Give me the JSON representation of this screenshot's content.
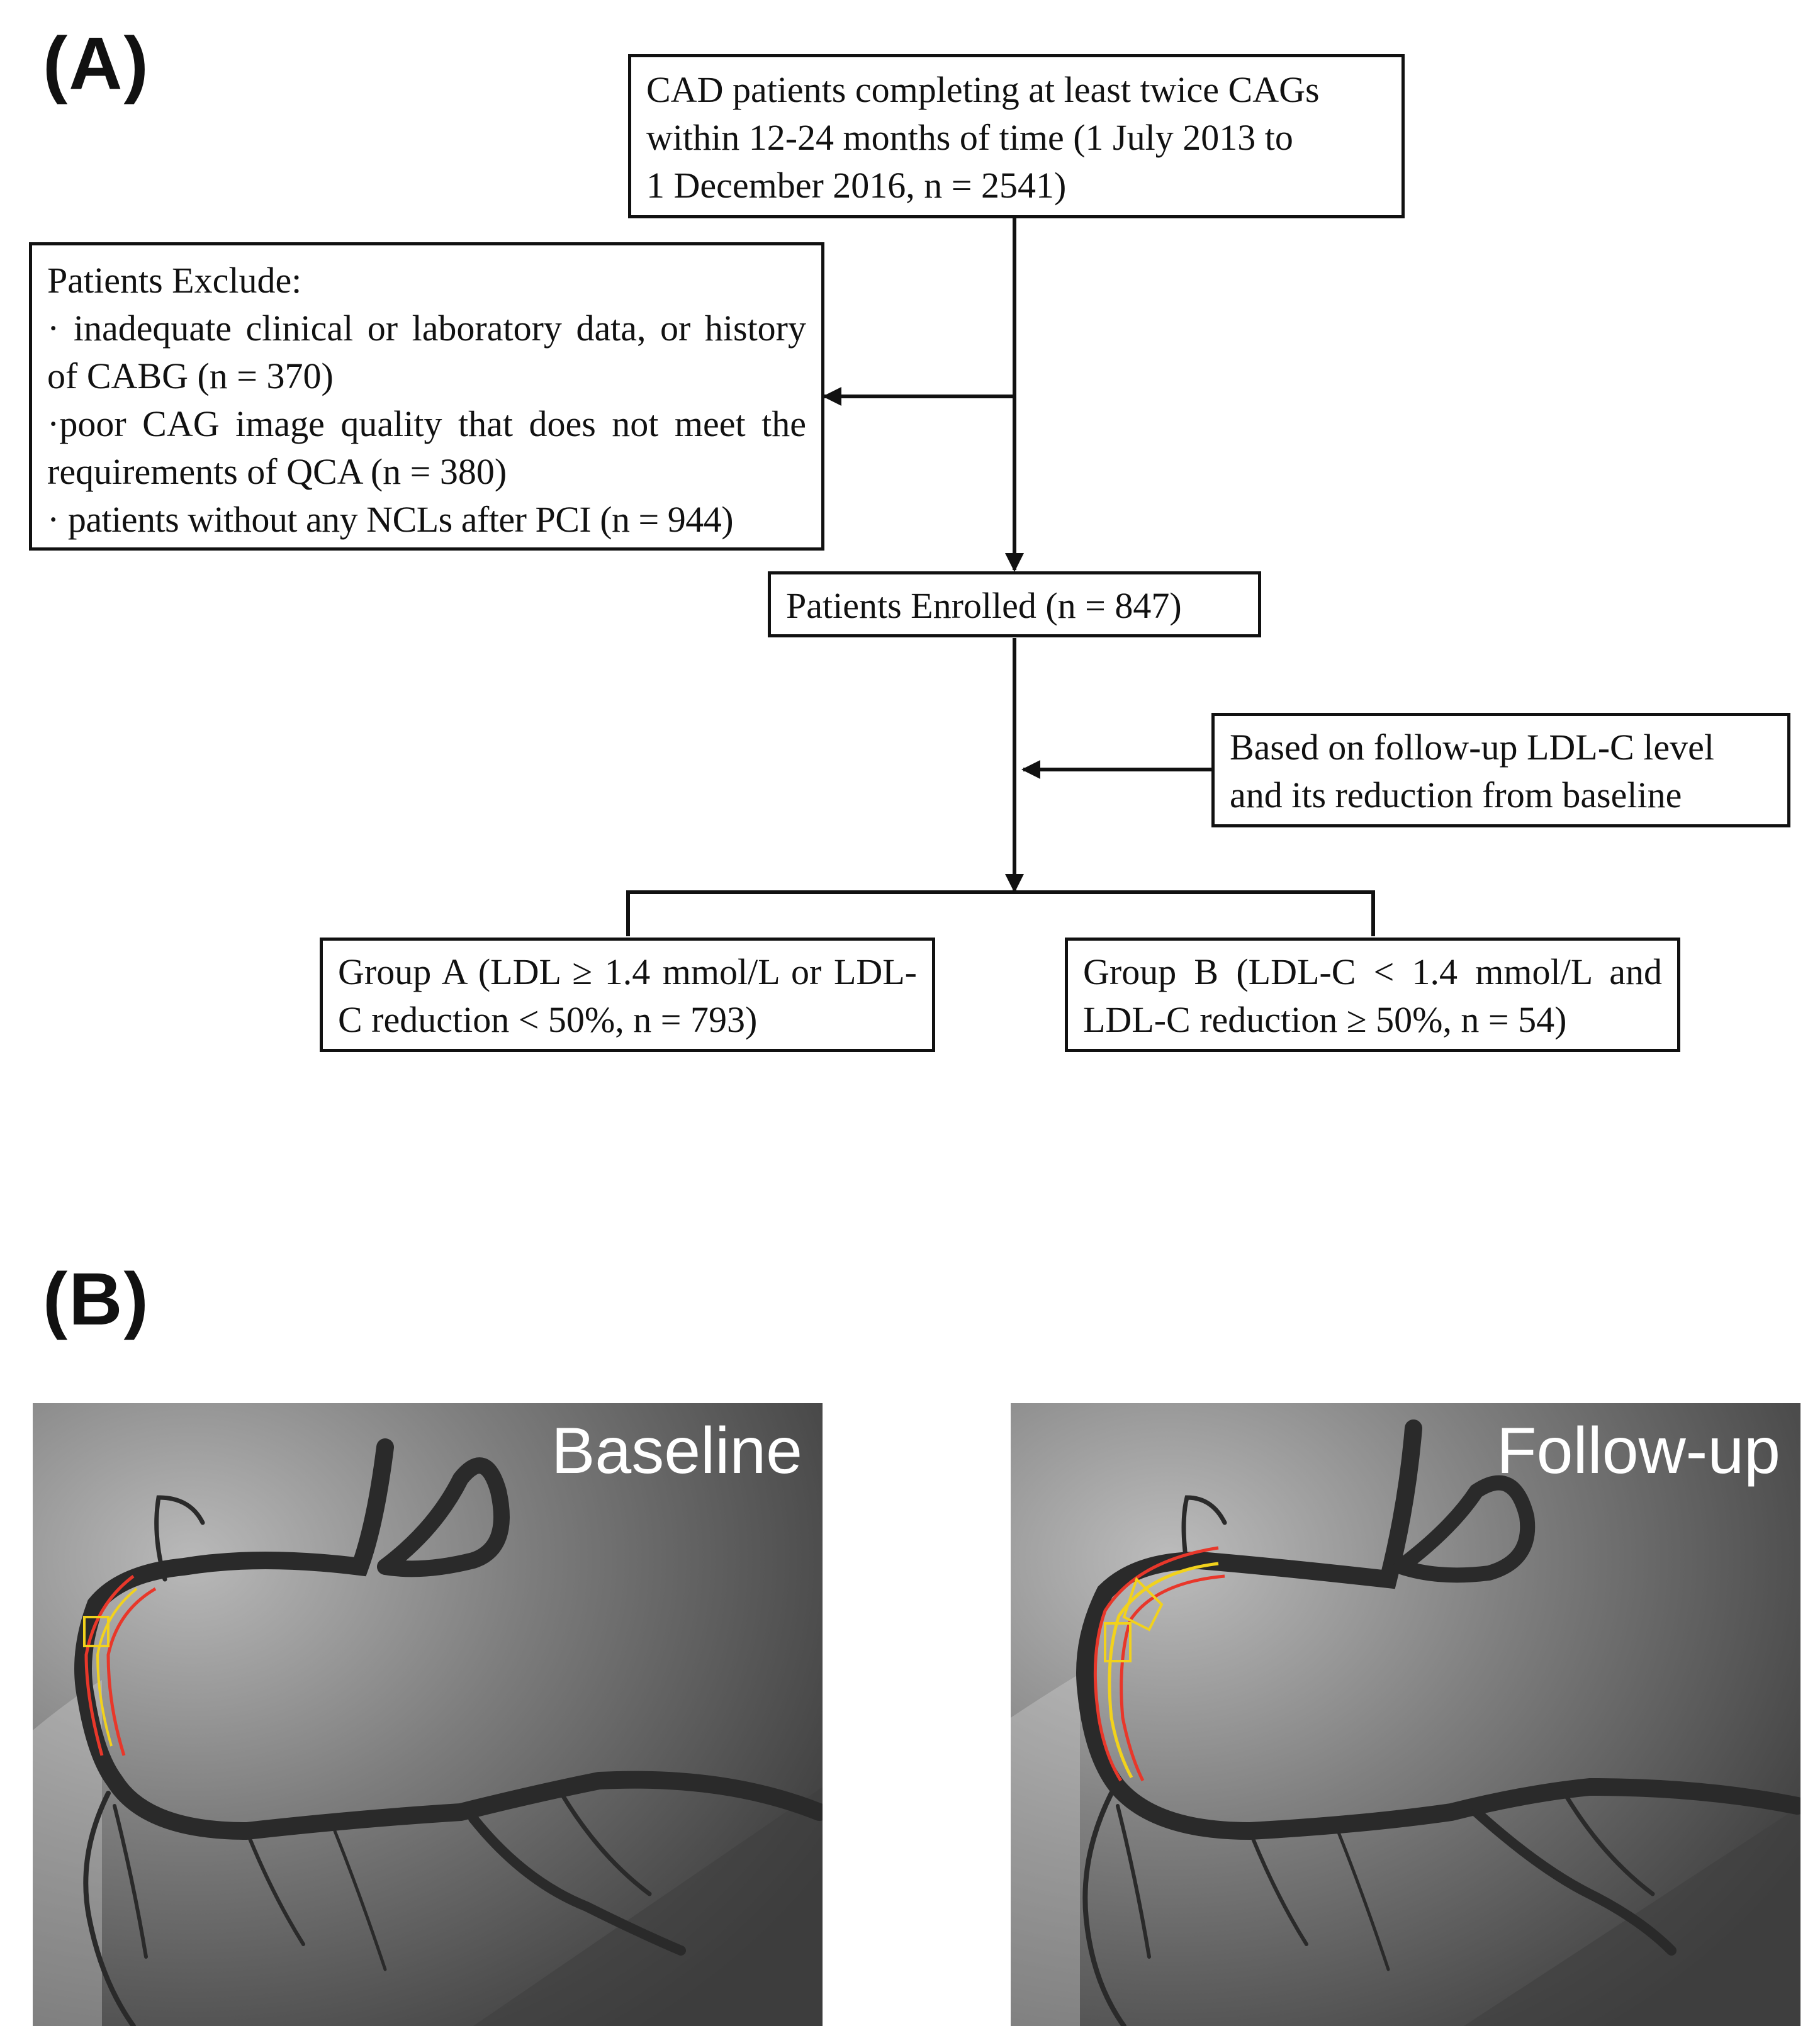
{
  "panels": {
    "a_label": "(A)",
    "b_label": "(B)"
  },
  "flowchart": {
    "screening": [
      "CAD patients completing at least twice CAGs",
      "within 12-24 months of time  (1 July 2013 to",
      "1 December 2016, n = 2541)"
    ],
    "exclusion": {
      "heading": "Patients Exclude:",
      "criteria": [
        "· inadequate clinical or laboratory data, or history of CABG (n = 370)",
        "·poor CAG image quality that does not meet the requirements of QCA (n = 380)",
        "· patients without any NCLs after PCI (n = 944)"
      ]
    },
    "enrolled": "Patients Enrolled (n = 847)",
    "allocation_basis": [
      "Based on follow-up LDL-C level",
      "and its reduction from baseline"
    ],
    "group_a": "Group A (LDL ≥ 1.4 mmol/L or LDL-C reduction < 50%,  n = 793)",
    "group_b": "Group B (LDL-C < 1.4 mmol/L and LDL-C reduction ≥ 50%,  n = 54)"
  },
  "angiograms": [
    {
      "caption": "Baseline"
    },
    {
      "caption": "Follow-up"
    }
  ],
  "colors": {
    "line": "#111111",
    "angio_background": "#6f6f6f",
    "vessel": "#2a2a2a",
    "qca_outline_red": "#e8372a",
    "qca_outline_yellow": "#f2d21c",
    "caption_text": "#ffffff"
  }
}
